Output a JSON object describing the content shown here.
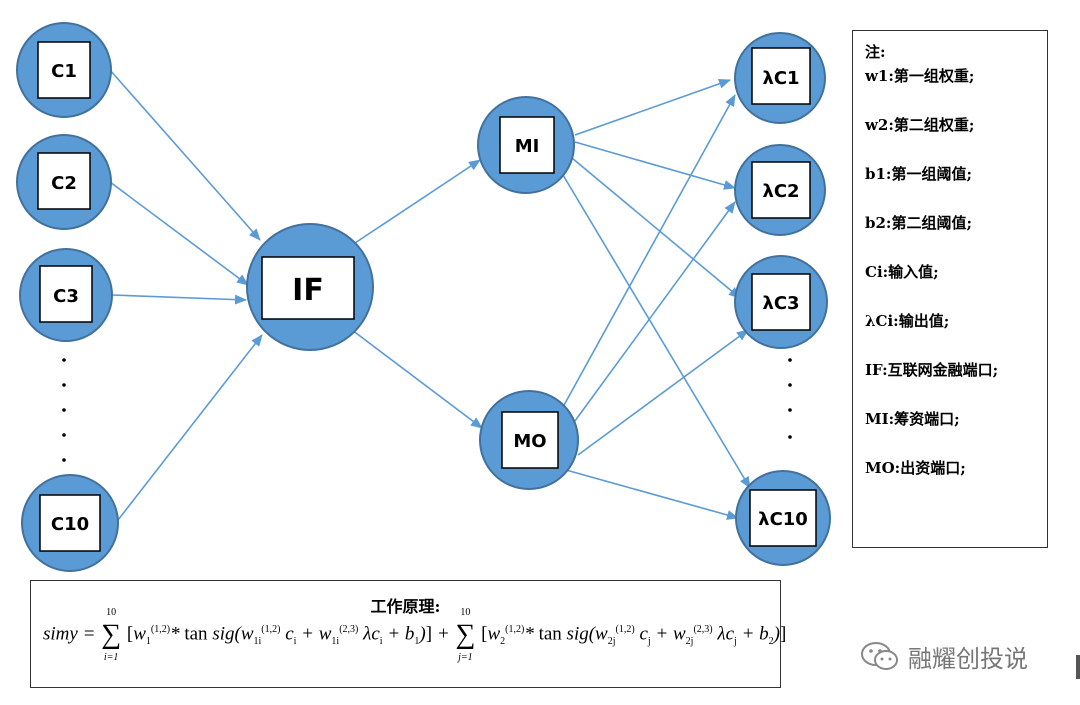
{
  "nodes": {
    "c1": "C1",
    "c2": "C2",
    "c3": "C3",
    "c10": "C10",
    "if": "IF",
    "mi": "MI",
    "mo": "MO",
    "lc1": "λC1",
    "lc2": "λC2",
    "lc3": "λC3",
    "lc10": "λC10"
  },
  "legend": {
    "title": "注:",
    "items": [
      "w1:第一组权重;",
      "w2:第二组权重;",
      "b1:第一组阈值;",
      "b2:第二组阈值;",
      "Ci:输入值;",
      "λCi:输出值;",
      "IF:互联网金融端口;",
      "MI:筹资端口;",
      "MO:出资端口;"
    ]
  },
  "formula": {
    "title": "工作原理:",
    "lhs": "simy",
    "sum1_upper": "10",
    "sum1_lower": "i=1",
    "sum2_upper": "10",
    "sum2_lower": "j=1"
  },
  "watermark": "融耀创投说",
  "colors": {
    "node_fill": "#5b9bd5",
    "node_stroke": "#41719c",
    "edge": "#5b9bd5"
  }
}
